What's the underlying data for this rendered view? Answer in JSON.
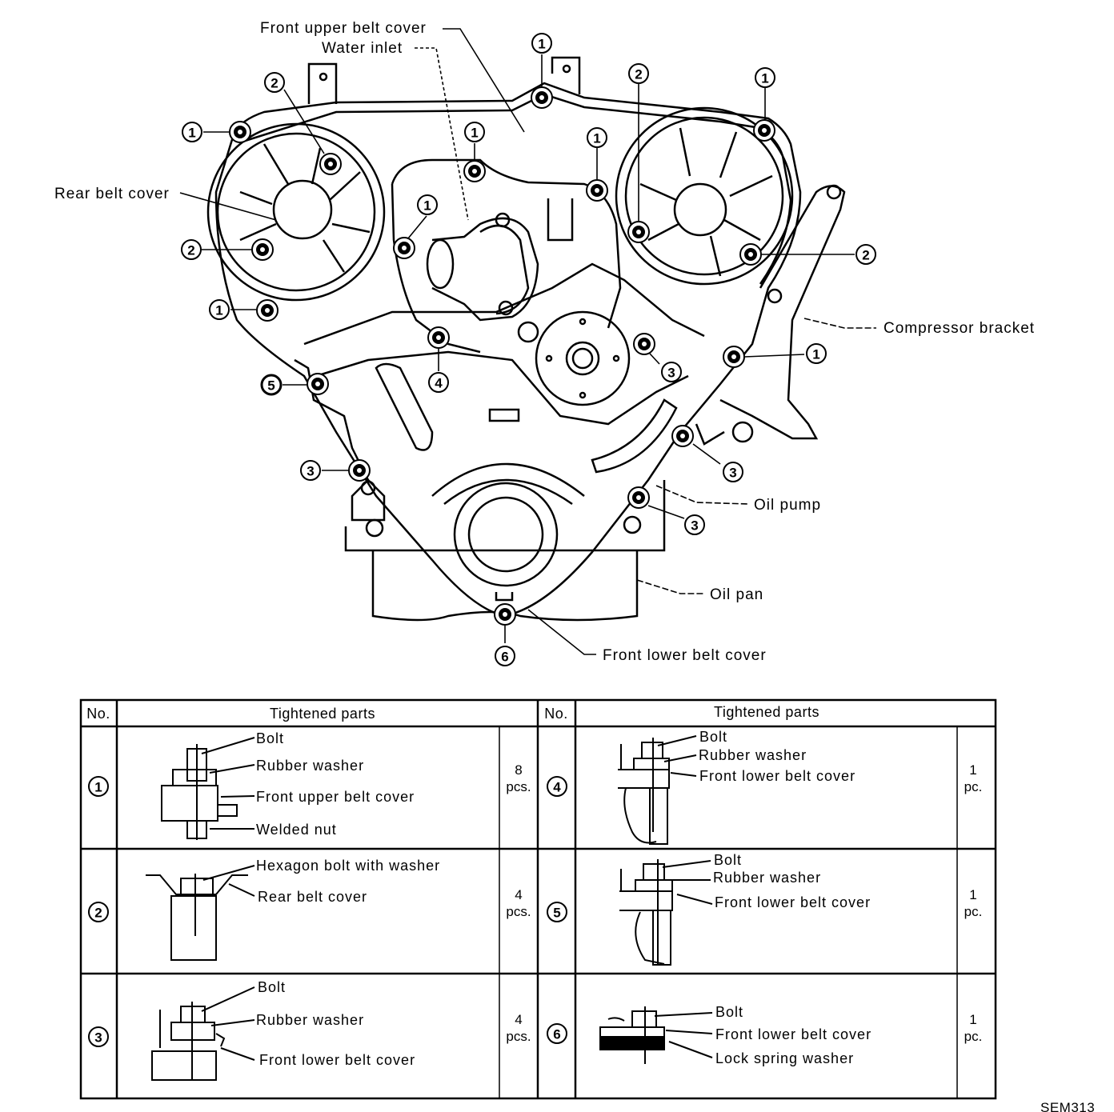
{
  "callouts": {
    "front_upper_belt_cover": "Front upper belt cover",
    "water_inlet": "Water inlet",
    "rear_belt_cover": "Rear belt cover",
    "compressor_bracket": "Compressor bracket",
    "oil_pump": "Oil pump",
    "oil_pan": "Oil pan",
    "front_lower_belt_cover": "Front lower belt cover"
  },
  "markers": {
    "m1": "1",
    "m2": "2",
    "m3": "3",
    "m4": "4",
    "m5": "5",
    "m6": "6"
  },
  "table": {
    "headers": {
      "no": "No.",
      "parts": "Tightened parts"
    },
    "rows": [
      {
        "no": "1",
        "labels": [
          "Bolt",
          "Rubber washer",
          "Front upper belt cover",
          "Welded nut"
        ],
        "qty_n": "8",
        "qty_u": "pcs."
      },
      {
        "no": "2",
        "labels": [
          "Hexagon bolt with washer",
          "Rear belt cover"
        ],
        "qty_n": "4",
        "qty_u": "pcs."
      },
      {
        "no": "3",
        "labels": [
          "Bolt",
          "Rubber washer",
          "Front lower belt cover"
        ],
        "qty_n": "4",
        "qty_u": "pcs."
      },
      {
        "no": "4",
        "labels": [
          "Bolt",
          "Rubber washer",
          "Front lower belt cover"
        ],
        "qty_n": "1",
        "qty_u": "pc."
      },
      {
        "no": "5",
        "labels": [
          "Bolt",
          "Rubber washer",
          "Front lower belt cover"
        ],
        "qty_n": "1",
        "qty_u": "pc."
      },
      {
        "no": "6",
        "labels": [
          "Bolt",
          "Front lower belt cover",
          "Lock spring washer"
        ],
        "qty_n": "1",
        "qty_u": "pc."
      }
    ]
  },
  "figure_code": "SEM313"
}
